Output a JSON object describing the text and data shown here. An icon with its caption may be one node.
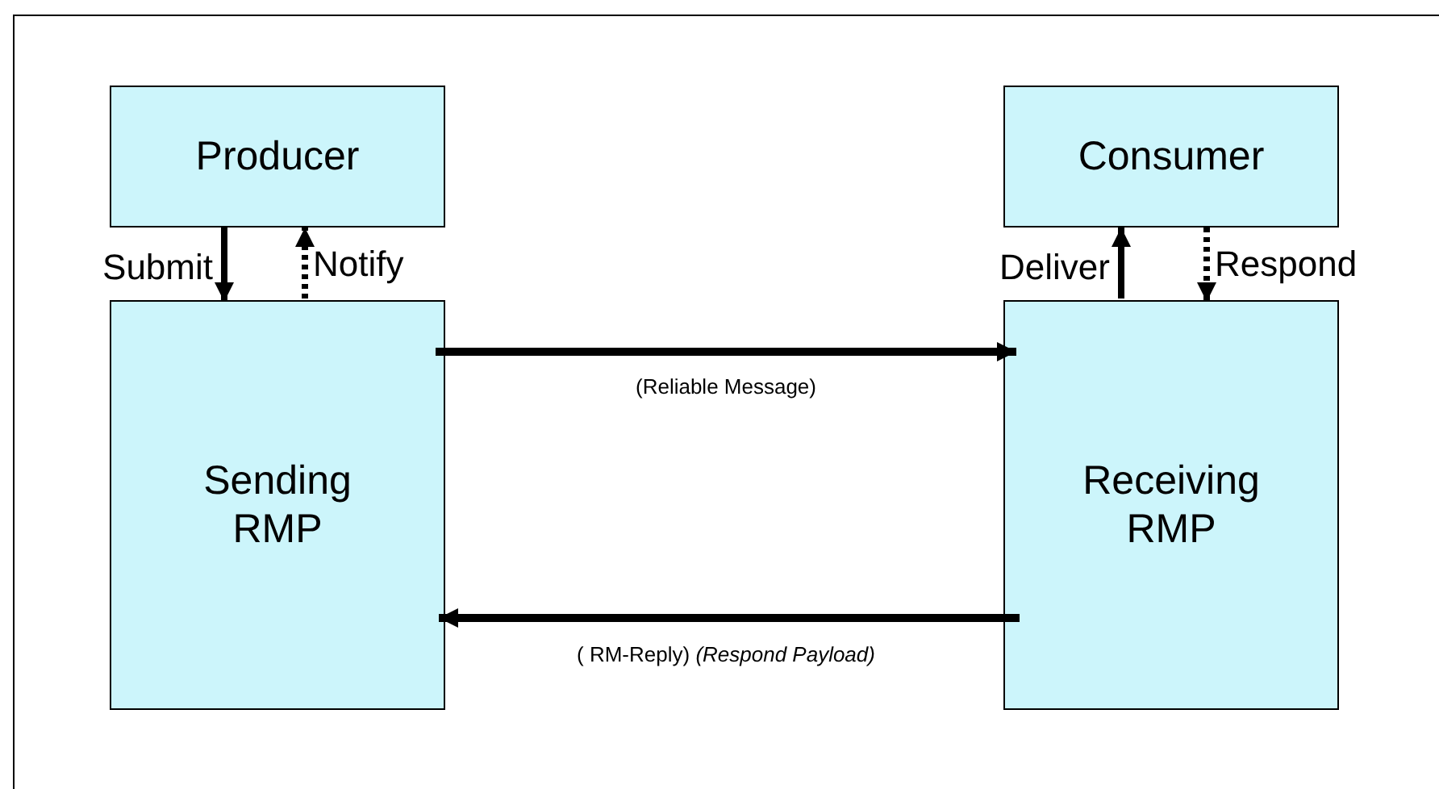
{
  "diagram": {
    "nodes": [
      {
        "text": [
          "Producer"
        ]
      },
      {
        "text": [
          "Consumer"
        ]
      },
      {
        "text": [
          "Sending RMP"
        ]
      },
      {
        "text": [
          "Receiving RMP"
        ]
      }
    ],
    "edges": [
      {
        "from": 0,
        "to": 2,
        "arrow": "to",
        "label": "Submit"
      },
      {
        "from": 2,
        "to": 0,
        "arrow": "to",
        "label": "Notify",
        "style": "dashed"
      },
      {
        "from": 3,
        "to": 1,
        "arrow": "to",
        "label": "Deliver"
      },
      {
        "from": 1,
        "to": 3,
        "arrow": "to",
        "label": "Respond",
        "style": "dashed"
      },
      {
        "from": 2,
        "to": 3,
        "arrow": "to",
        "label": "(Reliable Message)"
      },
      {
        "from": 3,
        "to": 2,
        "arrow": "to",
        "label": "( RM-Reply) *(Respond Payload)*"
      }
    ]
  }
}
